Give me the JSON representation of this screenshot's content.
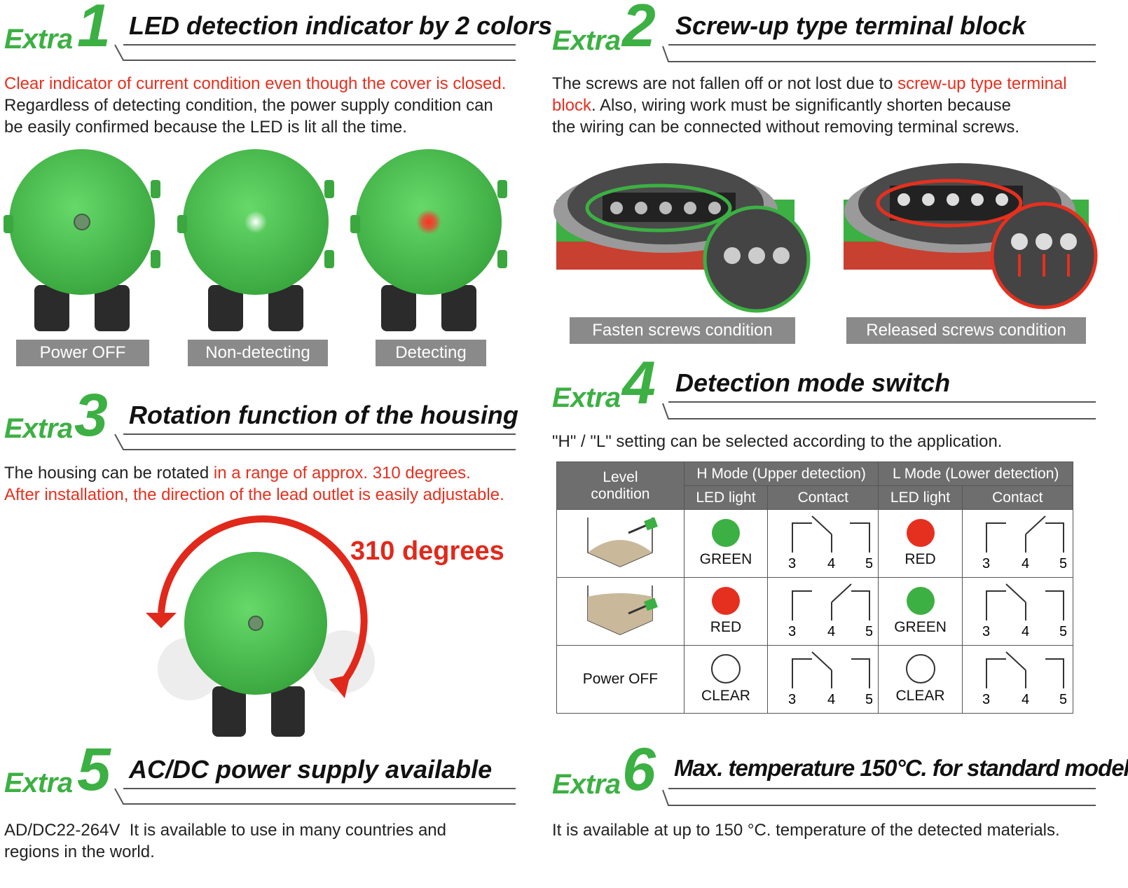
{
  "extra_word": "Extra",
  "s1": {
    "num": "1",
    "title": "LED detection indicator by 2 colors",
    "red_line": "Clear indicator of current condition even though the cover is closed.",
    "body_line2": "Regardless of detecting condition, the power supply condition can",
    "body_line3": "be easily confirmed because the LED is lit all the time.",
    "captions": [
      "Power OFF",
      "Non-detecting",
      "Detecting"
    ]
  },
  "s2": {
    "num": "2",
    "title": "Screw-up type terminal block",
    "line1_a": "The screws are not fallen off or not lost due to ",
    "line1_red": "screw-up type terminal",
    "line2_red": "block",
    "line2_b": ". Also, wiring work must be significantly shorten because",
    "line3": "the wiring can be connected without removing terminal screws.",
    "captions": [
      "Fasten screws condition",
      "Released screws condition"
    ]
  },
  "s3": {
    "num": "3",
    "title": "Rotation function of the housing",
    "line1_a": "The housing can be rotated ",
    "line1_red": "in a range of approx. 310 degrees.",
    "line2_red": "After installation, the direction of the lead outlet is easily adjustable.",
    "degrees_label": "310 degrees"
  },
  "s4": {
    "num": "4",
    "title": "Detection mode switch",
    "intro": "\"H\" / \"L\" setting can be selected according to the application.",
    "table": {
      "level_condition": "Level condition",
      "h_mode": "H Mode (Upper detection)",
      "l_mode": "L Mode (Lower detection)",
      "led_light": "LED light",
      "contact": "Contact",
      "rows": [
        {
          "h_led": "GREEN",
          "l_led": "RED"
        },
        {
          "h_led": "RED",
          "l_led": "GREEN"
        },
        {
          "condition": "Power OFF",
          "h_led": "CLEAR",
          "l_led": "CLEAR"
        }
      ],
      "terminals": [
        "3",
        "4",
        "5"
      ]
    }
  },
  "s5": {
    "num": "5",
    "title": "AC/DC power supply available",
    "line1": "AD/DC22-264V  It is available to use in many countries and",
    "line2": "regions in the world."
  },
  "s6": {
    "num": "6",
    "title": "Max. temperature 150°C. for standard model",
    "line1": "It is available at up to 150 °C. temperature of the detected materials."
  },
  "colors": {
    "green": "#3cb043",
    "red": "#e6301f",
    "caption_gray": "#8a8a8a",
    "table_header": "#6e6e6e",
    "powder": "#c9b99a"
  }
}
